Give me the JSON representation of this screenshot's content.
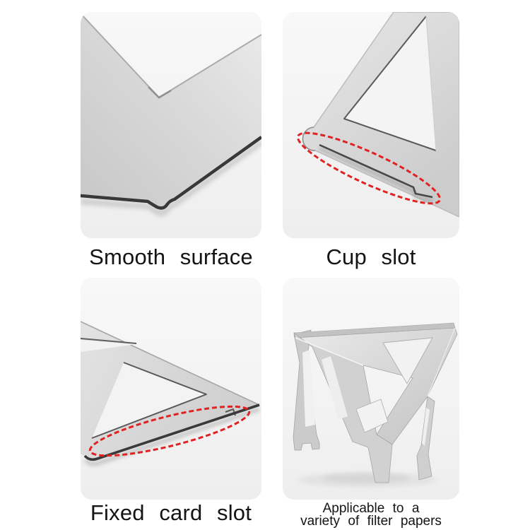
{
  "features": [
    {
      "id": "smooth-surface",
      "label": "Smooth surface",
      "photo": "metal-plate-corner-closeup"
    },
    {
      "id": "cup-slot",
      "label": "Cup slot",
      "photo": "plate-cup-slot-closeup",
      "highlight": "red dashed ellipse"
    },
    {
      "id": "fixed-card-slot",
      "label": "Fixed card slot",
      "photo": "plate-fixed-card-slot-closeup",
      "highlight": "red dashed ellipse"
    },
    {
      "id": "filter-papers",
      "label_lines": [
        "Applicable to a",
        "variety of filter papers"
      ],
      "photo": "assembled-dripper-stand"
    }
  ],
  "colors": {
    "page_bg": "#ffffff",
    "card_bg": "#f5f5f5",
    "metal": "#d6d6d6",
    "edge_dark": "#3a3a3a",
    "highlight_red": "#e02222",
    "text": "#141414"
  }
}
